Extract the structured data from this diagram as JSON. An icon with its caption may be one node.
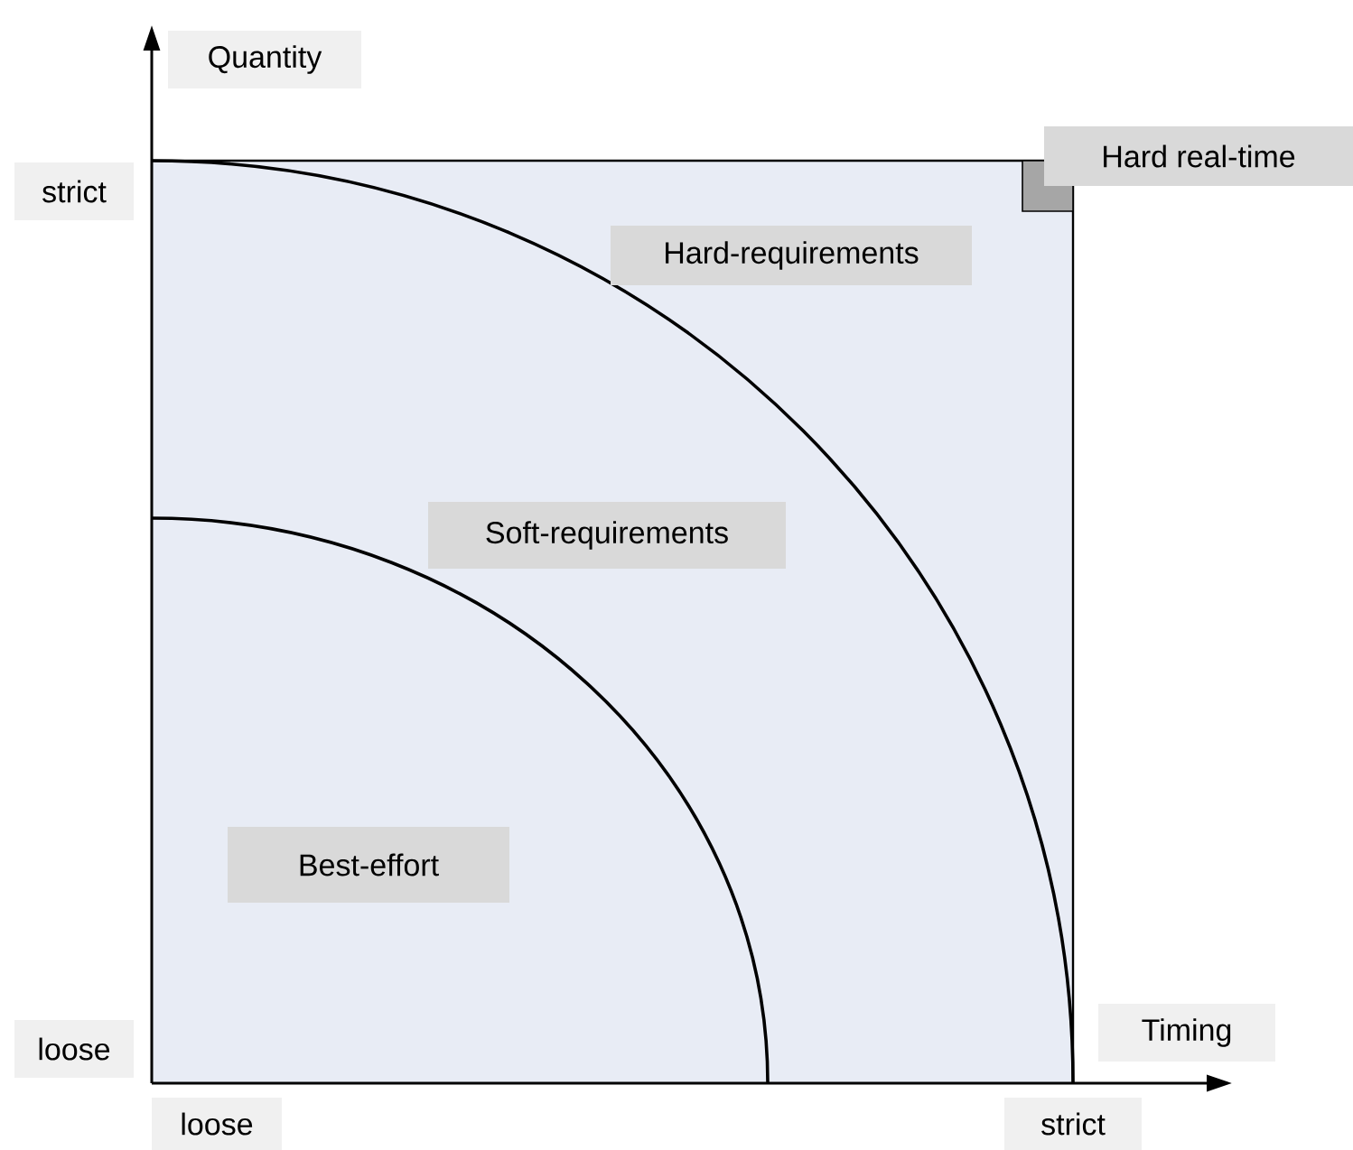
{
  "diagram": {
    "nodes": [
      {
        "text": [
          "Quantity"
        ]
      },
      {
        "text": [
          "Hard real-time"
        ]
      },
      {
        "text": [
          "strict"
        ]
      },
      {
        "text": [
          "Hard-requirements"
        ]
      },
      {
        "text": [
          "Soft-requirements"
        ]
      },
      {
        "text": [
          "Best-effort"
        ]
      },
      {
        "text": [
          "Timing"
        ]
      },
      {
        "text": [
          "loose"
        ]
      },
      {
        "text": [
          "loose"
        ]
      },
      {
        "text": [
          "strict"
        ]
      }
    ]
  }
}
